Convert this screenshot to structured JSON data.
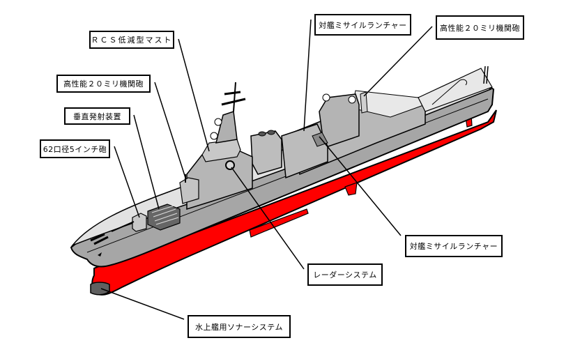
{
  "diagram": {
    "subject": "destroyer-side-profile",
    "colors": {
      "hull_red": "#ff0000",
      "hull_gray": "#a0a0a0",
      "superstructure_gray": "#c0c0c0",
      "deck_light": "#e6e6e6",
      "sonar_dome": "#606060",
      "outline": "#000000"
    },
    "labels": [
      {
        "id": "rcs-mast",
        "text": "ＲＣＳ低減型マスト"
      },
      {
        "id": "ciws-forward",
        "text": "高性能２０ミリ機関砲"
      },
      {
        "id": "vls",
        "text": "垂直発射装置"
      },
      {
        "id": "main-gun",
        "text": "62口径5インチ砲"
      },
      {
        "id": "ssm-launcher-top",
        "text": "対艦ミサイルランチャー"
      },
      {
        "id": "ciws-aft",
        "text": "高性能２０ミリ機関砲"
      },
      {
        "id": "ssm-launcher-bottom",
        "text": "対艦ミサイルランチャー"
      },
      {
        "id": "radar",
        "text": "レーダーシステム"
      },
      {
        "id": "sonar",
        "text": "水上艦用ソナーシステム"
      }
    ]
  }
}
